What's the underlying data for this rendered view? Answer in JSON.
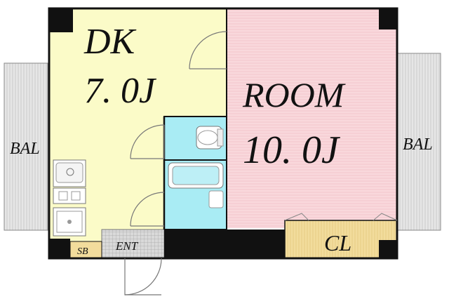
{
  "rooms": {
    "dk": {
      "name": "DK",
      "size": "7. 0J"
    },
    "room": {
      "name": "ROOM",
      "size": "10. 0J"
    },
    "closet": {
      "name": "CL"
    },
    "entrance": {
      "name": "ENT"
    },
    "shoe_box": {
      "name": "SB"
    },
    "balcony_left": {
      "name": "BAL"
    },
    "balcony_right": {
      "name": "BAL"
    }
  },
  "colors": {
    "dk_fill": "#fbfbc8",
    "room_fill": "#f9d8dc",
    "wet_fill": "#a9ecf4",
    "closet_fill": "#f2dc9c",
    "balcony_fill": "#e4e4e4",
    "wall": "#111111"
  }
}
